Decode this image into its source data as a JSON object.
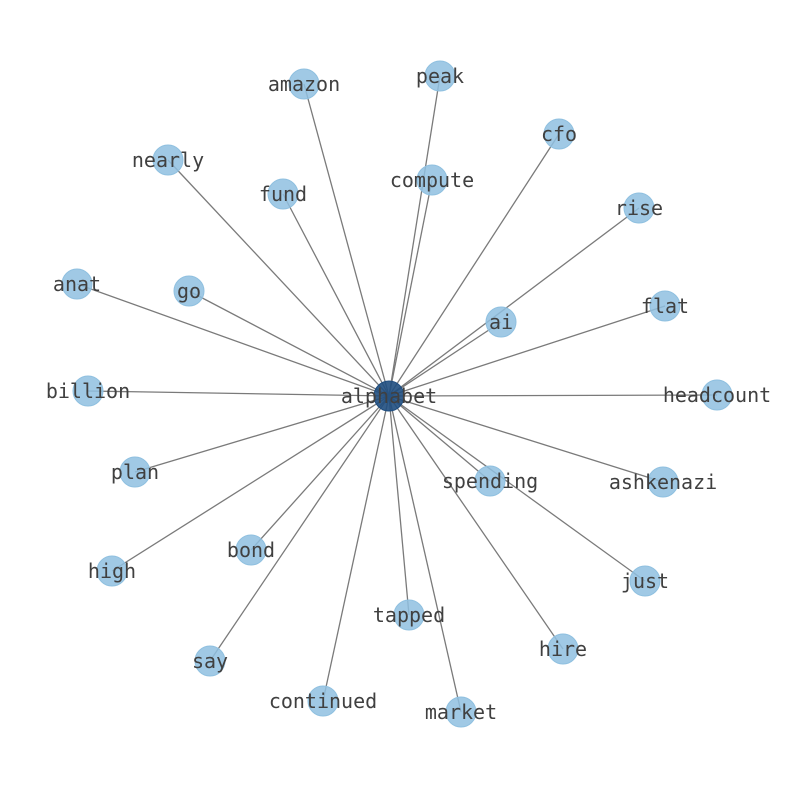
{
  "graph": {
    "center": "alphabet",
    "nodes": [
      "alphabet",
      "amazon",
      "peak",
      "cfo",
      "nearly",
      "fund",
      "compute",
      "rise",
      "anat",
      "go",
      "ai",
      "flat",
      "billion",
      "headcount",
      "plan",
      "spending",
      "ashkenazi",
      "bond",
      "high",
      "just",
      "tapped",
      "hire",
      "say",
      "continued",
      "market"
    ],
    "edges": [
      [
        "alphabet",
        "amazon"
      ],
      [
        "alphabet",
        "peak"
      ],
      [
        "alphabet",
        "cfo"
      ],
      [
        "alphabet",
        "nearly"
      ],
      [
        "alphabet",
        "fund"
      ],
      [
        "alphabet",
        "compute"
      ],
      [
        "alphabet",
        "rise"
      ],
      [
        "alphabet",
        "anat"
      ],
      [
        "alphabet",
        "go"
      ],
      [
        "alphabet",
        "ai"
      ],
      [
        "alphabet",
        "flat"
      ],
      [
        "alphabet",
        "billion"
      ],
      [
        "alphabet",
        "headcount"
      ],
      [
        "alphabet",
        "plan"
      ],
      [
        "alphabet",
        "spending"
      ],
      [
        "alphabet",
        "ashkenazi"
      ],
      [
        "alphabet",
        "bond"
      ],
      [
        "alphabet",
        "high"
      ],
      [
        "alphabet",
        "just"
      ],
      [
        "alphabet",
        "tapped"
      ],
      [
        "alphabet",
        "hire"
      ],
      [
        "alphabet",
        "say"
      ],
      [
        "alphabet",
        "continued"
      ],
      [
        "alphabet",
        "market"
      ]
    ],
    "colors": {
      "node": "#8fc0e0",
      "center_node": "#1f4e80",
      "edge": "#7a7a7a",
      "label": "#404040"
    }
  }
}
